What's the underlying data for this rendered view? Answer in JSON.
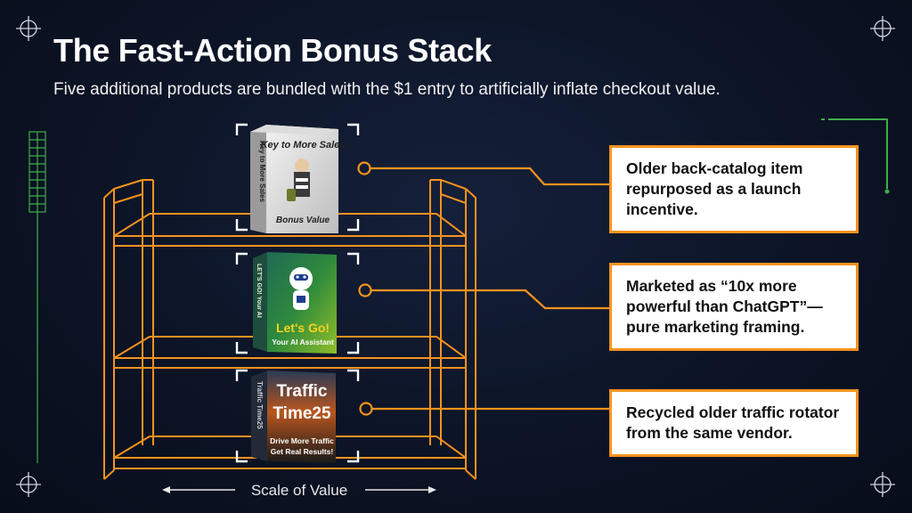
{
  "title": "The Fast-Action Bonus Stack",
  "subtitle": "Five additional products are bundled with the $1 entry to artificially inflate checkout value.",
  "products": [
    {
      "name": "Key to More Sales",
      "tag": "Bonus Value",
      "spine": "Key to More Sales"
    },
    {
      "name": "Let's Go!",
      "tag": "Your AI Assistant",
      "spine": "LET'S GO! Your AI"
    },
    {
      "name_line1": "Traffic",
      "name_line2": "Time25",
      "tag_line1": "Drive More Traffic",
      "tag_line2": "Get Real Results!",
      "spine": "Traffic Time25"
    }
  ],
  "callouts": [
    "Older back-catalog item repurposed as a launch incentive.",
    "Marketed as “10x more powerful than ChatGPT”—pure marketing framing.",
    "Recycled older traffic rotator from the same vendor."
  ],
  "scale_label": "Scale of Value",
  "colors": {
    "accent": "#f7931e",
    "green": "#3fae49",
    "background": "#0c1426"
  }
}
